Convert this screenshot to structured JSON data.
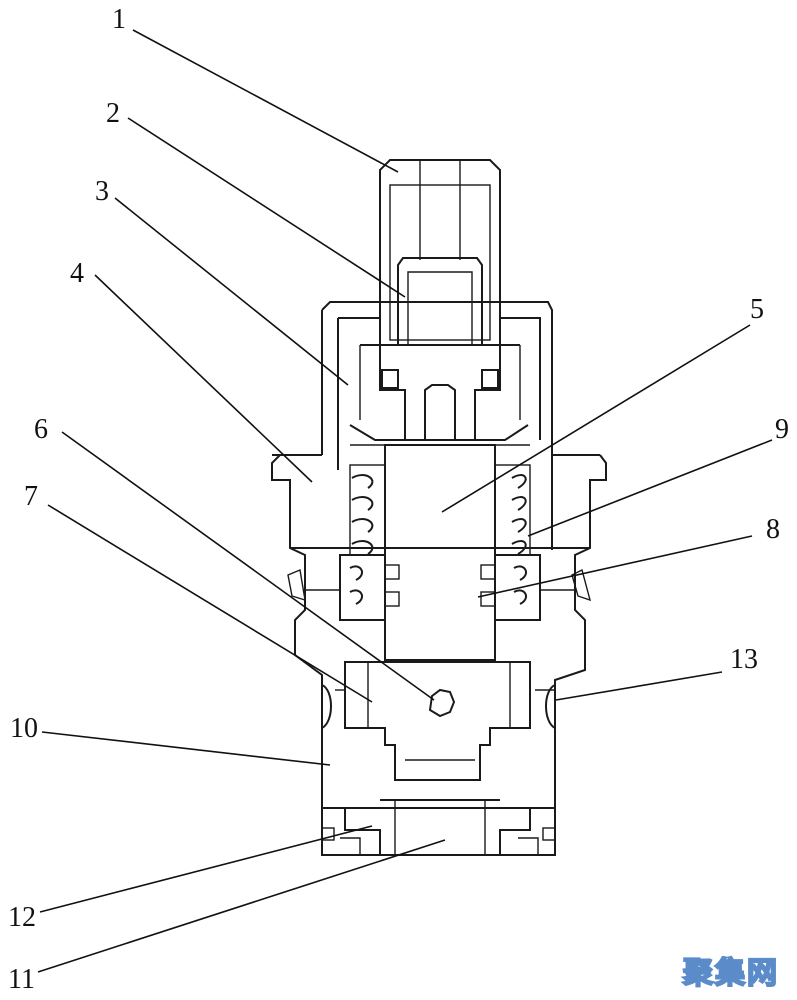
{
  "diagram": {
    "callouts": [
      {
        "id": "c1",
        "label": "1"
      },
      {
        "id": "c2",
        "label": "2"
      },
      {
        "id": "c3",
        "label": "3"
      },
      {
        "id": "c4",
        "label": "4"
      },
      {
        "id": "c5",
        "label": "5"
      },
      {
        "id": "c6",
        "label": "6"
      },
      {
        "id": "c7",
        "label": "7"
      },
      {
        "id": "c8",
        "label": "8"
      },
      {
        "id": "c9",
        "label": "9"
      },
      {
        "id": "c10",
        "label": "10"
      },
      {
        "id": "c11",
        "label": "11"
      },
      {
        "id": "c12",
        "label": "12"
      },
      {
        "id": "c13",
        "label": "13"
      }
    ]
  },
  "watermark": {
    "text": "聚集网"
  },
  "colors": {
    "line": "#1a1a1a",
    "background": "#ffffff",
    "watermark_outline": "#5b8cc9"
  }
}
